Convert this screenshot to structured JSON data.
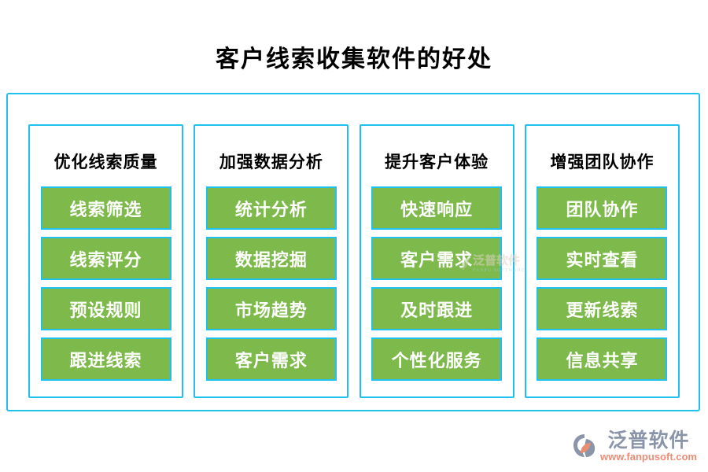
{
  "title": "客户线索收集软件的好处",
  "colors": {
    "accent_cyan": "#21c1ef",
    "button_green": "#7dba4b",
    "brand_gray": "#8b95aa",
    "brand_salmon": "#ee8d75"
  },
  "columns": [
    {
      "header": "优化线索质量",
      "buttons": [
        "线索筛选",
        "线索评分",
        "预设规则",
        "跟进线索"
      ]
    },
    {
      "header": "加强数据分析",
      "buttons": [
        "统计分析",
        "数据挖掘",
        "市场趋势",
        "客户需求"
      ]
    },
    {
      "header": "提升客户体验",
      "buttons": [
        "快速响应",
        "客户需求",
        "及时跟进",
        "个性化服务"
      ]
    },
    {
      "header": "增强团队协作",
      "buttons": [
        "团队协作",
        "实时查看",
        "更新线索",
        "信息共享"
      ]
    }
  ],
  "watermark_center": {
    "brand": "泛普软件",
    "subtitle": "FANPU SOFTWARE"
  },
  "footer_watermark": {
    "brand": "泛普软件",
    "url": "www.fanpusoft.com"
  }
}
